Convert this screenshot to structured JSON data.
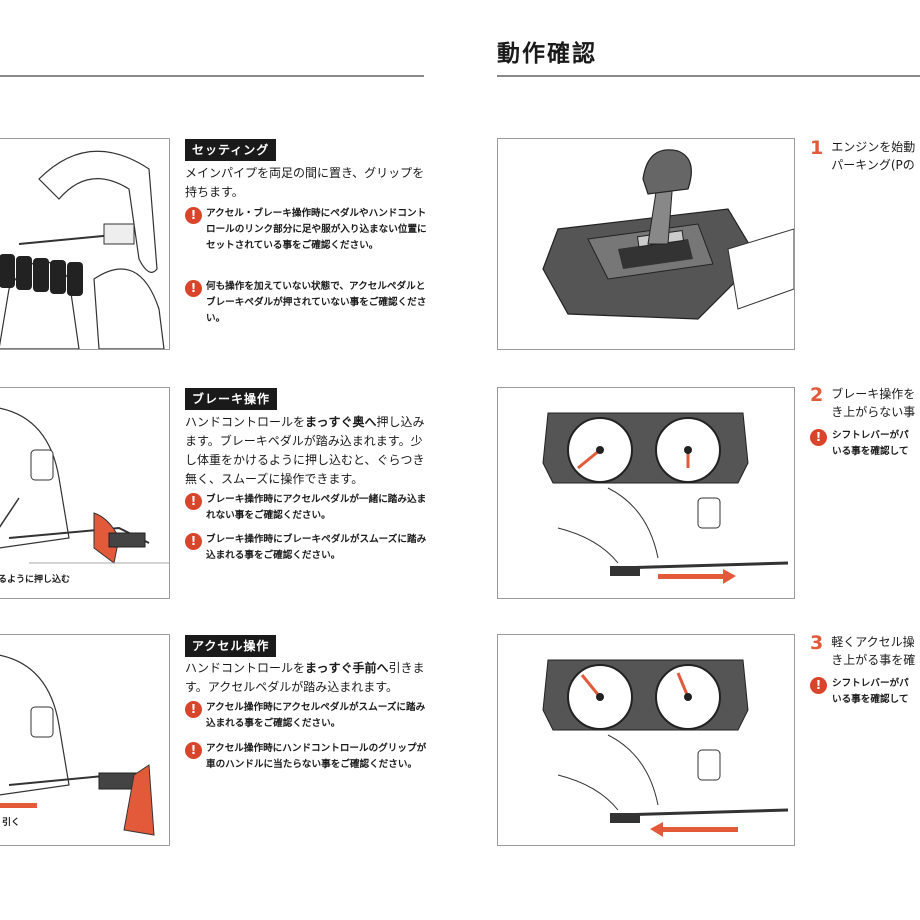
{
  "heading": "動作確認",
  "left_sections": [
    {
      "tag": "セッティング",
      "body": "メインパイプを両足の間に置き、グリップを持ちます。",
      "warnings": [
        "アクセル・ブレーキ操作時にペダルやハンドコントロールのリンク部分に足や服が入り込まない位置にセットされている事をご確認ください。",
        "何も操作を加えていない状態で、アクセルペダルとブレーキペダルが押されていない事をご確認ください。"
      ]
    },
    {
      "tag": "ブレーキ操作",
      "body_before": "ハンドコントロールを",
      "body_emphasis": "まっすぐ奥へ",
      "body_after": "押し込みます。ブレーキペダルが踏み込まれます。少し体重をかけるように押し込むと、ぐらつき無く、スムーズに操作できます。",
      "caption": "るように押し込む",
      "warnings": [
        "ブレーキ操作時にアクセルペダルが一緒に踏み込まれない事をご確認ください。",
        "ブレーキ操作時にブレーキペダルがスムーズに踏み込まれる事をご確認ください。"
      ]
    },
    {
      "tag": "アクセル操作",
      "body_before": "ハンドコントロールを",
      "body_emphasis": "まっすぐ手前へ",
      "body_after": "引きます。アクセルペダルが踏み込まれます。",
      "caption": "引く",
      "warnings": [
        "アクセル操作時にアクセルペダルがスムーズに踏み込まれる事をご確認ください。",
        "アクセル操作時にハンドコントロールのグリップが車のハンドルに当たらない事をご確認ください。"
      ]
    }
  ],
  "right_steps": [
    {
      "num": "1",
      "lines": [
        "エンジンを始動",
        "パーキング(Pの"
      ]
    },
    {
      "num": "2",
      "lines": [
        "ブレーキ操作を",
        "き上がらない事"
      ],
      "warning_lines": [
        "シフトレバーがパ",
        "いる事を確認して"
      ]
    },
    {
      "num": "3",
      "lines": [
        "軽くアクセル操",
        "き上がる事を確"
      ],
      "warning_lines": [
        "シフトレバーがパ",
        "いる事を確認して"
      ]
    }
  ],
  "colors": {
    "accent": "#e35a3a",
    "warning": "#d9452b",
    "tag_bg": "#1a1a1a",
    "rule": "#8a8a8a"
  },
  "icons": {
    "warning": "exclamation-circle-icon"
  }
}
